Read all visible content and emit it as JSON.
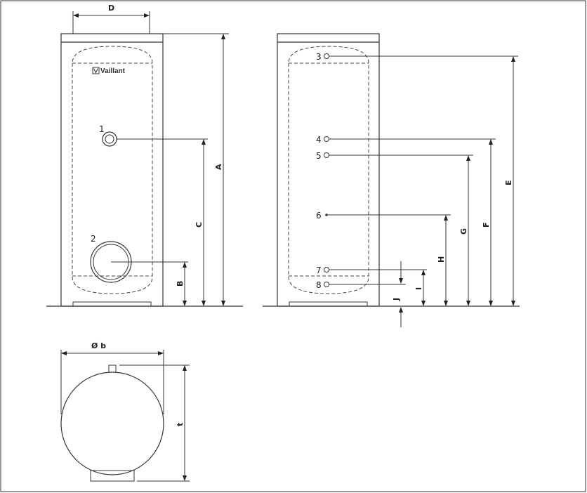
{
  "brand": {
    "logo_text": "Vaillant"
  },
  "front_view": {
    "connections": [
      {
        "label": "1"
      },
      {
        "label": "2"
      }
    ],
    "dimensions": {
      "width": "D",
      "height": "A",
      "conn1_height": "C",
      "conn2_height": "B"
    }
  },
  "side_view": {
    "connections": [
      {
        "label": "3"
      },
      {
        "label": "4"
      },
      {
        "label": "5"
      },
      {
        "label": "6"
      },
      {
        "label": "7"
      },
      {
        "label": "8"
      }
    ],
    "dimensions": {
      "e": "E",
      "f": "F",
      "g": "G",
      "h": "H",
      "i": "I",
      "j": "J"
    }
  },
  "top_view": {
    "dimensions": {
      "diameter": "Ø b",
      "depth": "t"
    }
  },
  "colors": {
    "line": "#333333",
    "background": "#ffffff",
    "frame": "#555555"
  }
}
